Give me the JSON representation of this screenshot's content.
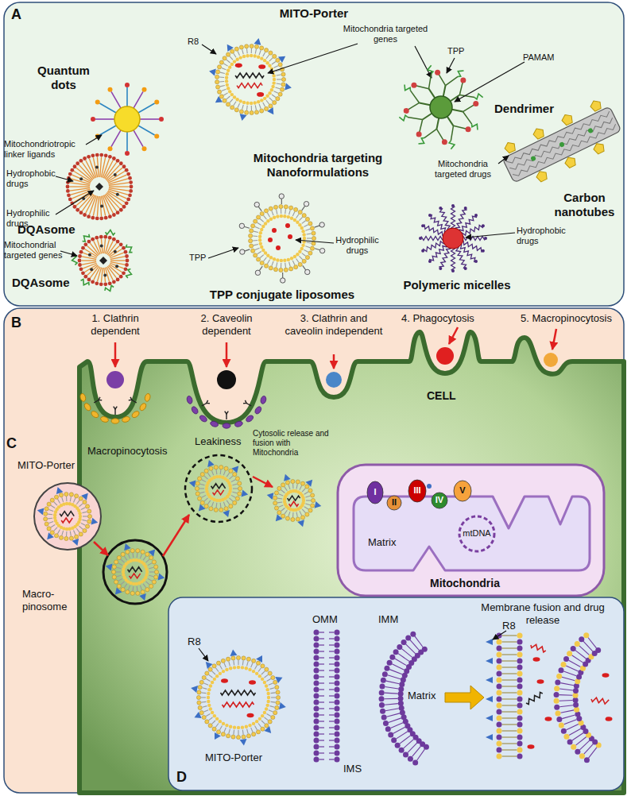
{
  "diagram": {
    "nodes": [
      {
        "text": [
          "A",
          "MITO-Porter",
          "Mitochondria targeting Nanoformulations"
        ]
      },
      {
        "text": [
          "B"
        ]
      },
      {
        "text": [
          "I",
          "II",
          "III",
          "IV",
          "V",
          "Matrix",
          "mtDNA",
          "Mitochondria"
        ],
        "in": 1
      },
      {
        "text": [
          "D",
          "Membrane fusion and drug release"
        ],
        "in": 1
      }
    ],
    "labels": [
      "Quantum dots",
      "Mitochondriotropic linker ligands",
      "R8",
      "Mitochondria targeted genes",
      "TPP",
      "PAMAM",
      "Dendrimer",
      "Hydrophobic drugs",
      "Hydrophilic drugs",
      "DQAsome",
      "Mitochondrial targeted genes",
      "DQAsome",
      "Mitochondria targeted drugs",
      "Carbon nanotubes",
      "TPP",
      "TPP conjugate liposomes",
      "Hydrophilic drugs",
      "Hydrophobic drugs",
      "Polymeric micelles",
      "1. Clathrin dependent",
      "2. Caveolin dependent",
      "3. Clathrin and caveolin independent",
      "4. Phagocytosis",
      "5. Macropinocytosis",
      "CELL",
      "C",
      "MITO-Porter",
      "Macropinocytosis",
      "Macro- pinosome",
      "Leakiness",
      "Cytosolic release and fusion with Mitochondria",
      "R8",
      "MITO-Porter",
      "OMM",
      "IMM",
      "Matrix",
      "IMS",
      "R8"
    ]
  }
}
